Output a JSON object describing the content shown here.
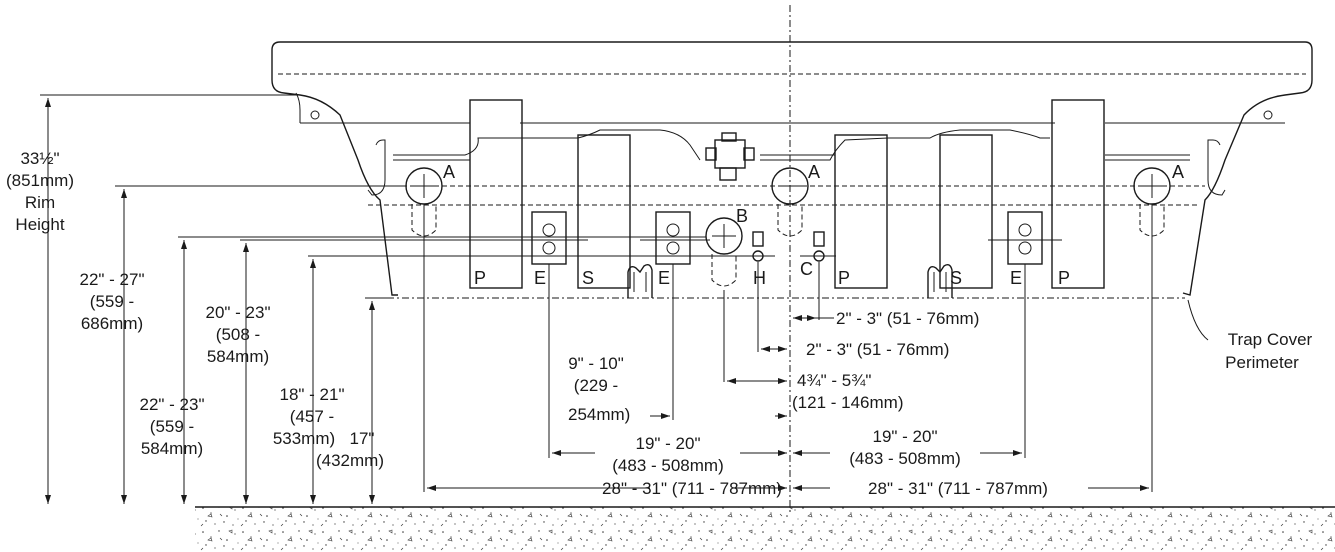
{
  "labels": {
    "rim_height": [
      "33½\"",
      "(851mm)",
      "Rim",
      "Height"
    ],
    "a_height": [
      "22\" - 27\"",
      "(559 -",
      "686mm)"
    ],
    "b_height": [
      "20\" - 23\"",
      "(508 -",
      "584mm)"
    ],
    "e_height": [
      "22\" - 23\"",
      "(559 -",
      "584mm)"
    ],
    "hc_height": [
      "18\" - 21\"",
      "(457 -",
      "533mm)"
    ],
    "trap_height": [
      "17\"",
      "(432mm)"
    ],
    "c_offset": "2\" - 3\" (51 - 76mm)",
    "h_offset": "2\" - 3\" (51 - 76mm)",
    "b_offset": [
      "4¾\" - 5¾\"",
      "(121 - 146mm)"
    ],
    "e_inner": [
      "9\" - 10\"",
      "(229 -",
      "254mm)"
    ],
    "e_outer_left": [
      "19\" - 20\"",
      "(483 - 508mm)"
    ],
    "e_outer_right": [
      "19\" - 20\"",
      "(483 - 508mm)"
    ],
    "a_left": "28\" - 31\" (711 - 787mm)",
    "a_right": "28\" - 31\" (711 - 787mm)",
    "trap_cover": [
      "Trap Cover",
      "Perimeter"
    ]
  },
  "tags": {
    "a": "A",
    "b": "B",
    "c": "C",
    "h": "H",
    "e": "E",
    "p": "P",
    "s": "S"
  }
}
